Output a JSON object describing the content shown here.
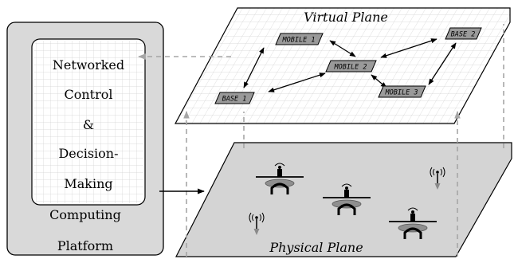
{
  "platform": {
    "inner_lines": [
      "Networked",
      "Control",
      "&",
      "Decision-",
      "Making"
    ],
    "outer_lines": [
      "Computing",
      "Platform"
    ]
  },
  "virtual_plane": {
    "title": "Virtual Plane",
    "nodes": {
      "mobile1": "MOBILE 1",
      "mobile2": "MOBILE 2",
      "mobile3": "MOBILE 3",
      "base1": "BASE 1",
      "base2": "BASE 2"
    }
  },
  "physical_plane": {
    "title": "Physical Plane",
    "devices": [
      "drone-icon",
      "drone-icon",
      "drone-icon",
      "radio-tower-icon",
      "radio-tower-icon"
    ]
  },
  "colors": {
    "platform_fill": "#d9d9d9",
    "plane_fill": "#d4d4d4",
    "node_fill": "#9a9a9a",
    "grid": "#cfcfcf",
    "dashed": "#a6a6a6"
  }
}
